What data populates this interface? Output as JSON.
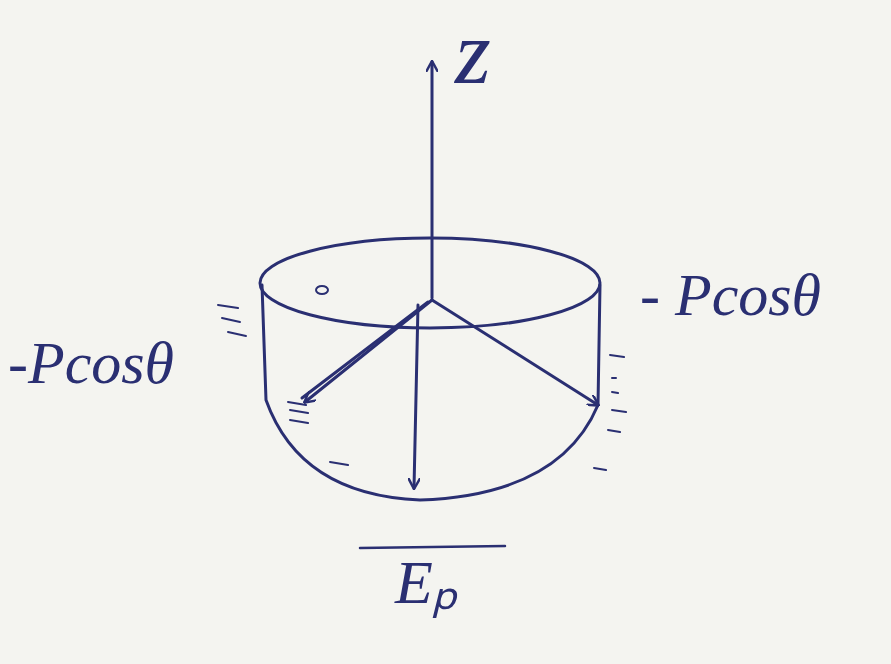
{
  "diagram": {
    "labels": [
      "z",
      "-Pcosθ",
      "- Pcosθ",
      "Eₚ"
    ]
  }
}
